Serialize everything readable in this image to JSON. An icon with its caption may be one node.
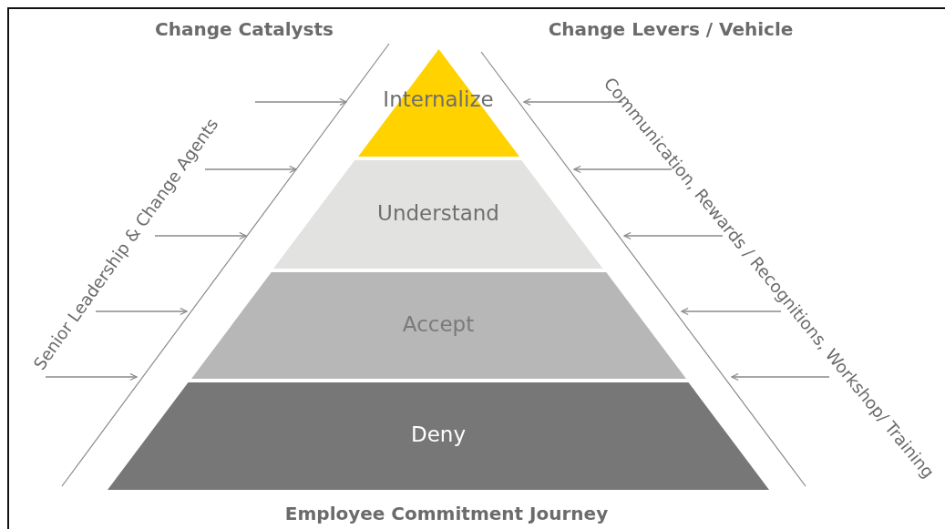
{
  "diagram": {
    "caption": "Employee Commitment Journey",
    "nodes": [
      {
        "text": [
          "Internalize"
        ]
      },
      {
        "text": [
          "Understand"
        ]
      },
      {
        "text": [
          "Accept"
        ]
      },
      {
        "text": [
          "Deny"
        ]
      }
    ],
    "labels": [
      "Change Catalysts",
      "Change Levers / Vehicle",
      "Senior Leadership & Change Agents",
      "Communication, Rewards / Recognitions, Workshop/ Training"
    ]
  }
}
